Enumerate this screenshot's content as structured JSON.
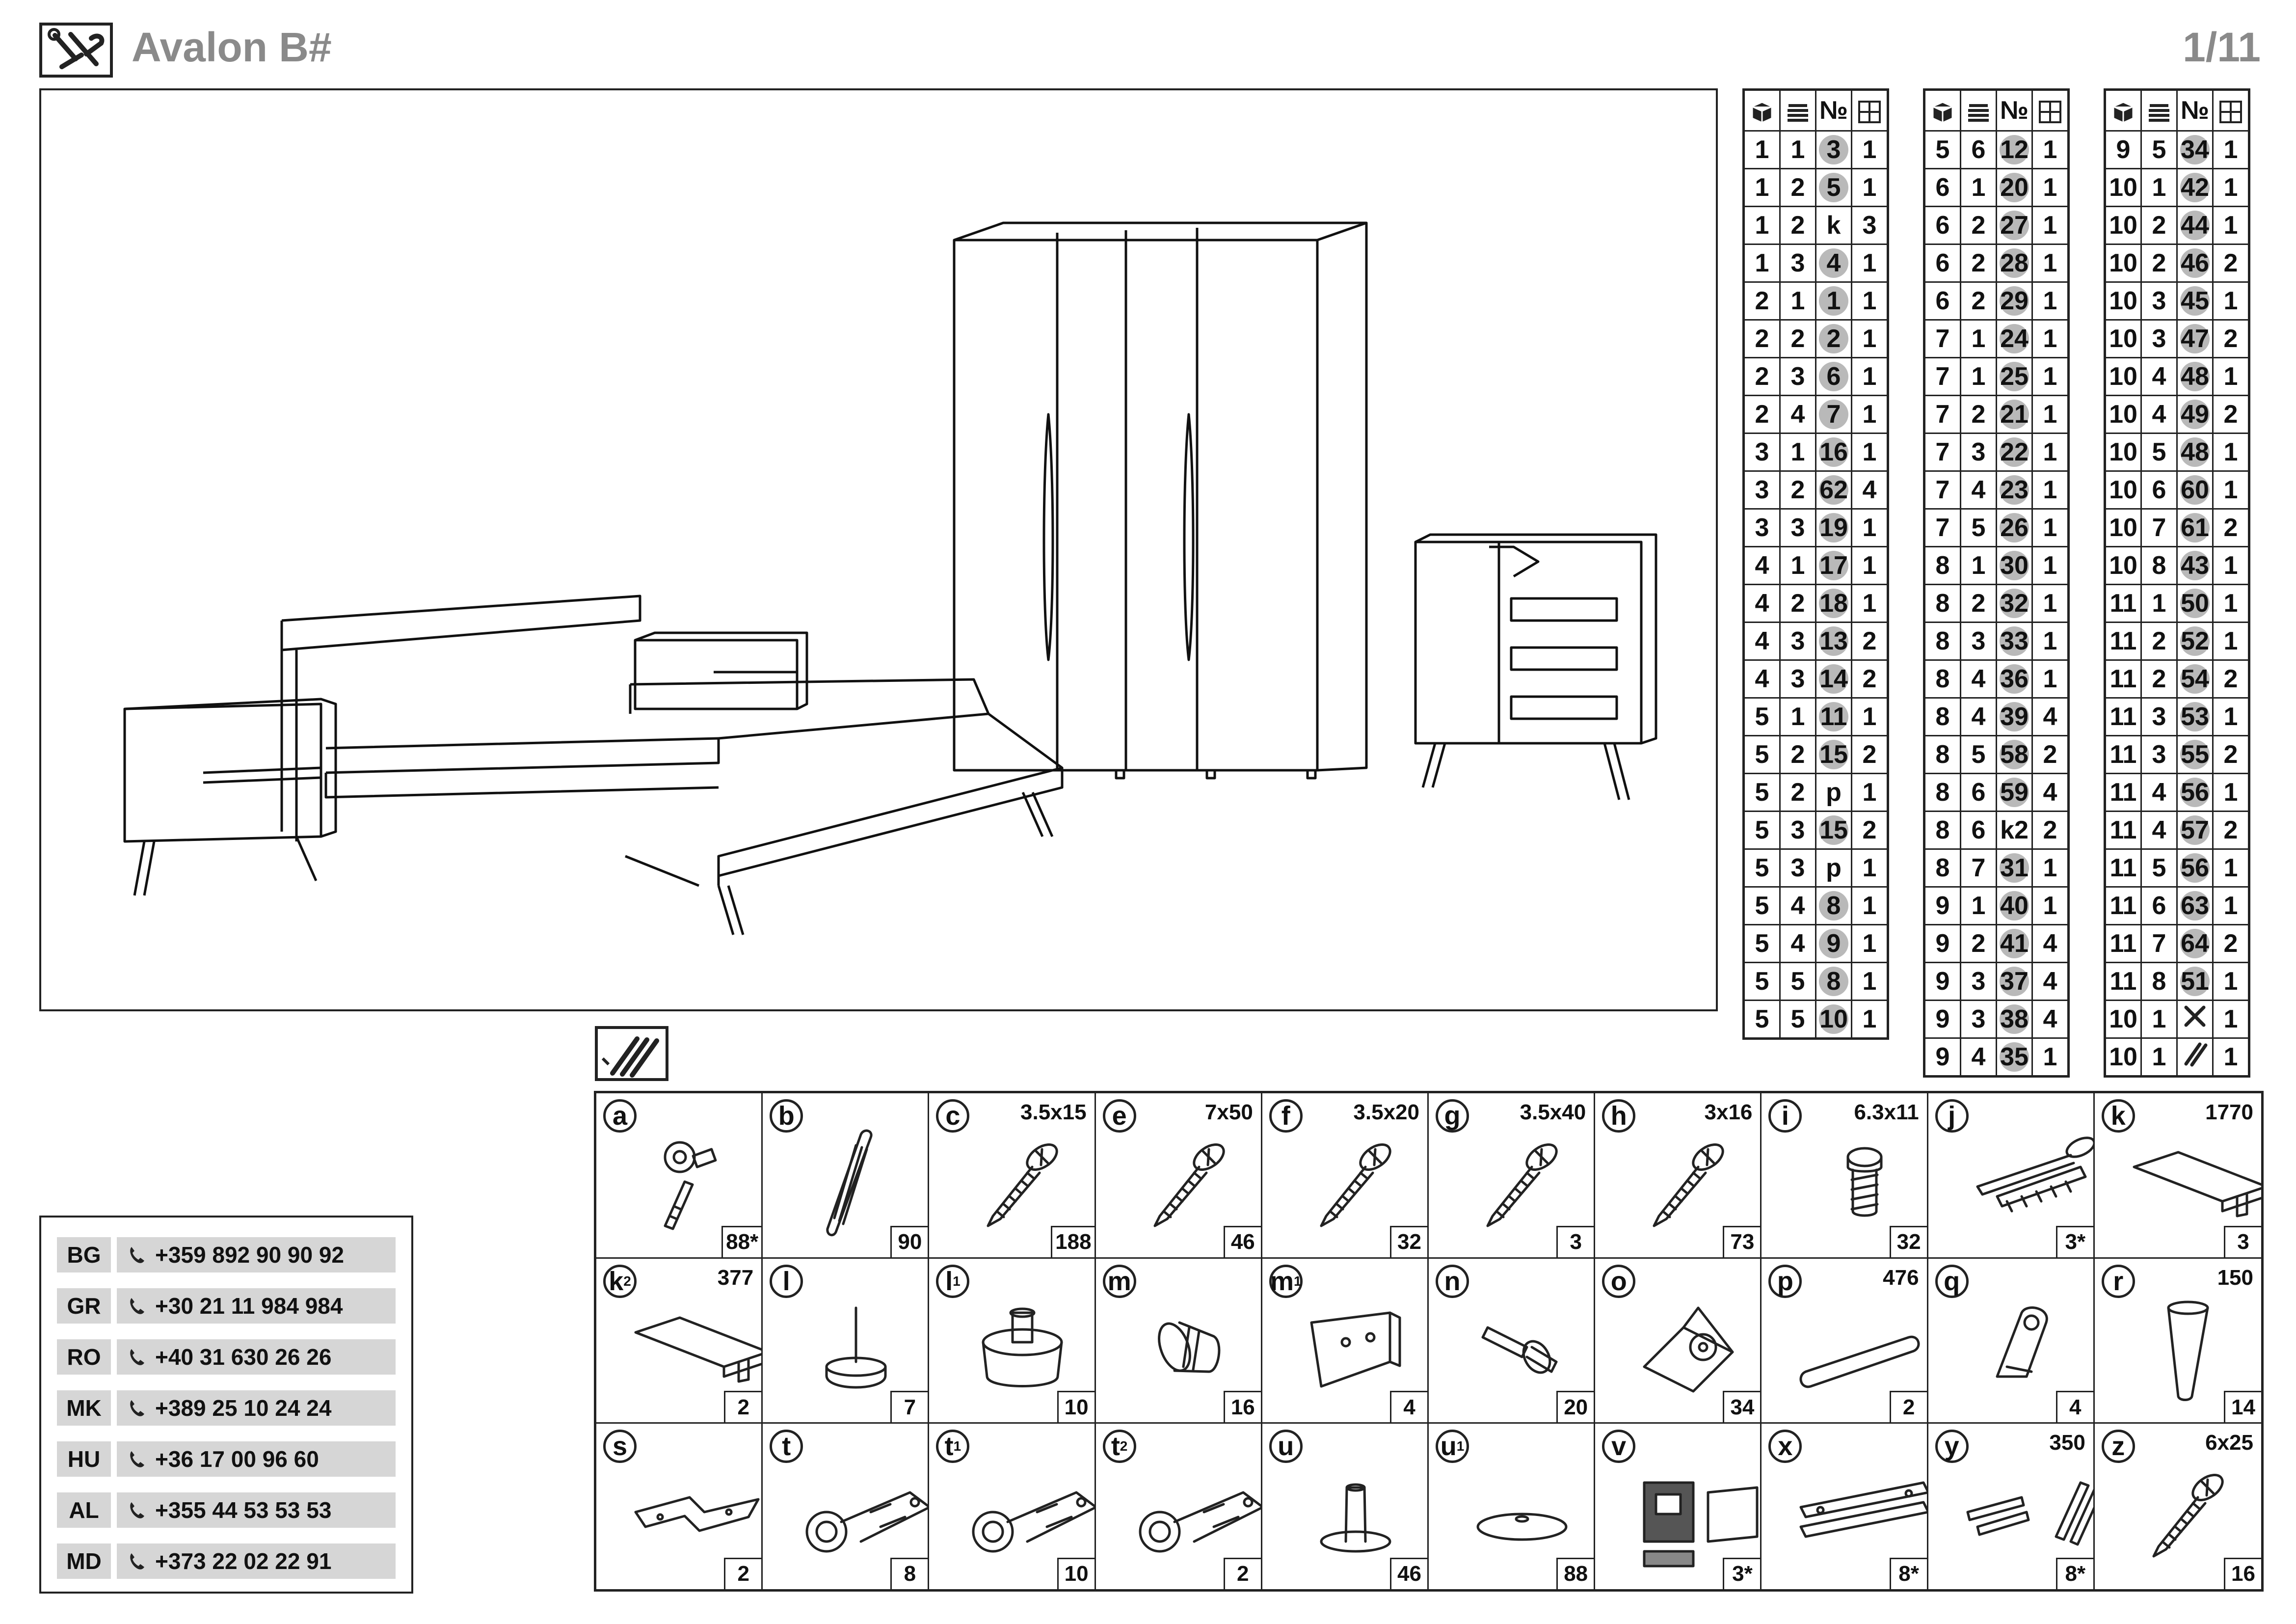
{
  "header": {
    "title": "Avalon B#",
    "page": "1/11",
    "tool_icon": "tools-icon"
  },
  "parts_columns_icons": [
    "package-icon",
    "panel-stack-icon",
    "№",
    "quantity-grid-icon"
  ],
  "parts_tables": [
    {
      "rows": [
        [
          "1",
          "1",
          "3",
          "1"
        ],
        [
          "1",
          "2",
          "5",
          "1"
        ],
        [
          "1",
          "2",
          "k",
          "3"
        ],
        [
          "1",
          "3",
          "4",
          "1"
        ],
        [
          "2",
          "1",
          "1",
          "1"
        ],
        [
          "2",
          "2",
          "2",
          "1"
        ],
        [
          "2",
          "3",
          "6",
          "1"
        ],
        [
          "2",
          "4",
          "7",
          "1"
        ],
        [
          "3",
          "1",
          "16",
          "1"
        ],
        [
          "3",
          "2",
          "62",
          "4"
        ],
        [
          "3",
          "3",
          "19",
          "1"
        ],
        [
          "4",
          "1",
          "17",
          "1"
        ],
        [
          "4",
          "2",
          "18",
          "1"
        ],
        [
          "4",
          "3",
          "13",
          "2"
        ],
        [
          "4",
          "3",
          "14",
          "2"
        ],
        [
          "5",
          "1",
          "11",
          "1"
        ],
        [
          "5",
          "2",
          "15",
          "2"
        ],
        [
          "5",
          "2",
          "p",
          "1"
        ],
        [
          "5",
          "3",
          "15",
          "2"
        ],
        [
          "5",
          "3",
          "p",
          "1"
        ],
        [
          "5",
          "4",
          "8",
          "1"
        ],
        [
          "5",
          "4",
          "9",
          "1"
        ],
        [
          "5",
          "5",
          "8",
          "1"
        ],
        [
          "5",
          "5",
          "10",
          "1"
        ]
      ]
    },
    {
      "rows": [
        [
          "5",
          "6",
          "12",
          "1"
        ],
        [
          "6",
          "1",
          "20",
          "1"
        ],
        [
          "6",
          "2",
          "27",
          "1"
        ],
        [
          "6",
          "2",
          "28",
          "1"
        ],
        [
          "6",
          "2",
          "29",
          "1"
        ],
        [
          "7",
          "1",
          "24",
          "1"
        ],
        [
          "7",
          "1",
          "25",
          "1"
        ],
        [
          "7",
          "2",
          "21",
          "1"
        ],
        [
          "7",
          "3",
          "22",
          "1"
        ],
        [
          "7",
          "4",
          "23",
          "1"
        ],
        [
          "7",
          "5",
          "26",
          "1"
        ],
        [
          "8",
          "1",
          "30",
          "1"
        ],
        [
          "8",
          "2",
          "32",
          "1"
        ],
        [
          "8",
          "3",
          "33",
          "1"
        ],
        [
          "8",
          "4",
          "36",
          "1"
        ],
        [
          "8",
          "4",
          "39",
          "4"
        ],
        [
          "8",
          "5",
          "58",
          "2"
        ],
        [
          "8",
          "6",
          "59",
          "4"
        ],
        [
          "8",
          "6",
          "k2",
          "2"
        ],
        [
          "8",
          "7",
          "31",
          "1"
        ],
        [
          "9",
          "1",
          "40",
          "1"
        ],
        [
          "9",
          "2",
          "41",
          "4"
        ],
        [
          "9",
          "3",
          "37",
          "4"
        ],
        [
          "9",
          "3",
          "38",
          "4"
        ],
        [
          "9",
          "4",
          "35",
          "1"
        ]
      ]
    },
    {
      "rows": [
        [
          "9",
          "5",
          "34",
          "1"
        ],
        [
          "10",
          "1",
          "42",
          "1"
        ],
        [
          "10",
          "2",
          "44",
          "1"
        ],
        [
          "10",
          "2",
          "46",
          "2"
        ],
        [
          "10",
          "3",
          "45",
          "1"
        ],
        [
          "10",
          "3",
          "47",
          "2"
        ],
        [
          "10",
          "4",
          "48",
          "1"
        ],
        [
          "10",
          "4",
          "49",
          "2"
        ],
        [
          "10",
          "5",
          "48",
          "1"
        ],
        [
          "10",
          "6",
          "60",
          "1"
        ],
        [
          "10",
          "7",
          "61",
          "2"
        ],
        [
          "10",
          "8",
          "43",
          "1"
        ],
        [
          "11",
          "1",
          "50",
          "1"
        ],
        [
          "11",
          "2",
          "52",
          "1"
        ],
        [
          "11",
          "2",
          "54",
          "2"
        ],
        [
          "11",
          "3",
          "53",
          "1"
        ],
        [
          "11",
          "3",
          "55",
          "2"
        ],
        [
          "11",
          "4",
          "56",
          "1"
        ],
        [
          "11",
          "4",
          "57",
          "2"
        ],
        [
          "11",
          "5",
          "56",
          "1"
        ],
        [
          "11",
          "6",
          "63",
          "1"
        ],
        [
          "11",
          "7",
          "64",
          "2"
        ],
        [
          "11",
          "8",
          "51",
          "1"
        ],
        [
          "10",
          "1",
          "tools-icon",
          "1"
        ],
        [
          "10",
          "1",
          "hardware-icon",
          "1"
        ]
      ]
    }
  ],
  "hardware": [
    {
      "id": "a",
      "sub": "",
      "size": "",
      "qty": "88*",
      "icon": "cam-lock-icon"
    },
    {
      "id": "b",
      "sub": "",
      "size": "",
      "qty": "90",
      "icon": "wood-dowel-icon"
    },
    {
      "id": "c",
      "sub": "",
      "size": "3.5x15",
      "qty": "188",
      "icon": "screw-icon"
    },
    {
      "id": "e",
      "sub": "",
      "size": "7x50",
      "qty": "46",
      "icon": "screw-icon"
    },
    {
      "id": "f",
      "sub": "",
      "size": "3.5x20",
      "qty": "32",
      "icon": "screw-icon"
    },
    {
      "id": "g",
      "sub": "",
      "size": "3.5x40",
      "qty": "3",
      "icon": "screw-icon"
    },
    {
      "id": "h",
      "sub": "",
      "size": "3x16",
      "qty": "73",
      "icon": "screw-icon"
    },
    {
      "id": "i",
      "sub": "",
      "size": "6.3x11",
      "qty": "32",
      "icon": "insert-screw-icon"
    },
    {
      "id": "j",
      "sub": "",
      "size": "",
      "qty": "3*",
      "icon": "screw-anchor-icon"
    },
    {
      "id": "k",
      "sub": "",
      "size": "1770",
      "qty": "3",
      "icon": "profile-strip-icon"
    },
    {
      "id": "k",
      "sub": "2",
      "size": "377",
      "qty": "2",
      "icon": "profile-strip-icon"
    },
    {
      "id": "l",
      "sub": "",
      "size": "",
      "qty": "7",
      "icon": "nail-glide-icon"
    },
    {
      "id": "l",
      "sub": "1",
      "size": "",
      "qty": "10",
      "icon": "adjustable-foot-icon"
    },
    {
      "id": "m",
      "sub": "",
      "size": "",
      "qty": "16",
      "icon": "connector-nut-icon"
    },
    {
      "id": "m",
      "sub": "1",
      "size": "",
      "qty": "4",
      "icon": "bracket-icon"
    },
    {
      "id": "n",
      "sub": "",
      "size": "",
      "qty": "20",
      "icon": "shelf-pin-icon"
    },
    {
      "id": "o",
      "sub": "",
      "size": "",
      "qty": "34",
      "icon": "corner-block-icon"
    },
    {
      "id": "p",
      "sub": "",
      "size": "476",
      "qty": "2",
      "icon": "rail-tube-icon"
    },
    {
      "id": "q",
      "sub": "",
      "size": "",
      "qty": "4",
      "icon": "rail-holder-icon"
    },
    {
      "id": "r",
      "sub": "",
      "size": "150",
      "qty": "14",
      "icon": "tapered-leg-icon"
    },
    {
      "id": "s",
      "sub": "",
      "size": "",
      "qty": "2",
      "icon": "flat-plate-icon"
    },
    {
      "id": "t",
      "sub": "",
      "size": "",
      "qty": "8",
      "icon": "hinge-icon"
    },
    {
      "id": "t",
      "sub": "1",
      "size": "",
      "qty": "10",
      "icon": "hinge-icon"
    },
    {
      "id": "t",
      "sub": "2",
      "size": "",
      "qty": "2",
      "icon": "hinge-icon"
    },
    {
      "id": "u",
      "sub": "",
      "size": "",
      "qty": "46",
      "icon": "disc-knob-icon"
    },
    {
      "id": "u",
      "sub": "1",
      "size": "",
      "qty": "88",
      "icon": "flat-disc-icon"
    },
    {
      "id": "v",
      "sub": "",
      "size": "",
      "qty": "3*",
      "icon": "hanger-bracket-icon"
    },
    {
      "id": "x",
      "sub": "",
      "size": "",
      "qty": "8*",
      "icon": "drawer-slide-icon"
    },
    {
      "id": "y",
      "sub": "",
      "size": "350",
      "qty": "8*",
      "icon": "drawer-runner-icon"
    },
    {
      "id": "z",
      "sub": "",
      "size": "6x25",
      "qty": "16",
      "icon": "screw-icon"
    }
  ],
  "contacts": [
    {
      "country": "BG",
      "phone": "+359 892 90 90 92"
    },
    {
      "country": "GR",
      "phone": "+30 21 11 984 984"
    },
    {
      "country": "RO",
      "phone": "+40 31 630 26 26"
    },
    {
      "country": "MK",
      "phone": "+389 25 10 24 24"
    },
    {
      "country": "HU",
      "phone": "+36 17 00 96 60"
    },
    {
      "country": "AL",
      "phone": "+355 44 53 53 53"
    },
    {
      "country": "MD",
      "phone": "+373 22 02 22 91"
    }
  ]
}
